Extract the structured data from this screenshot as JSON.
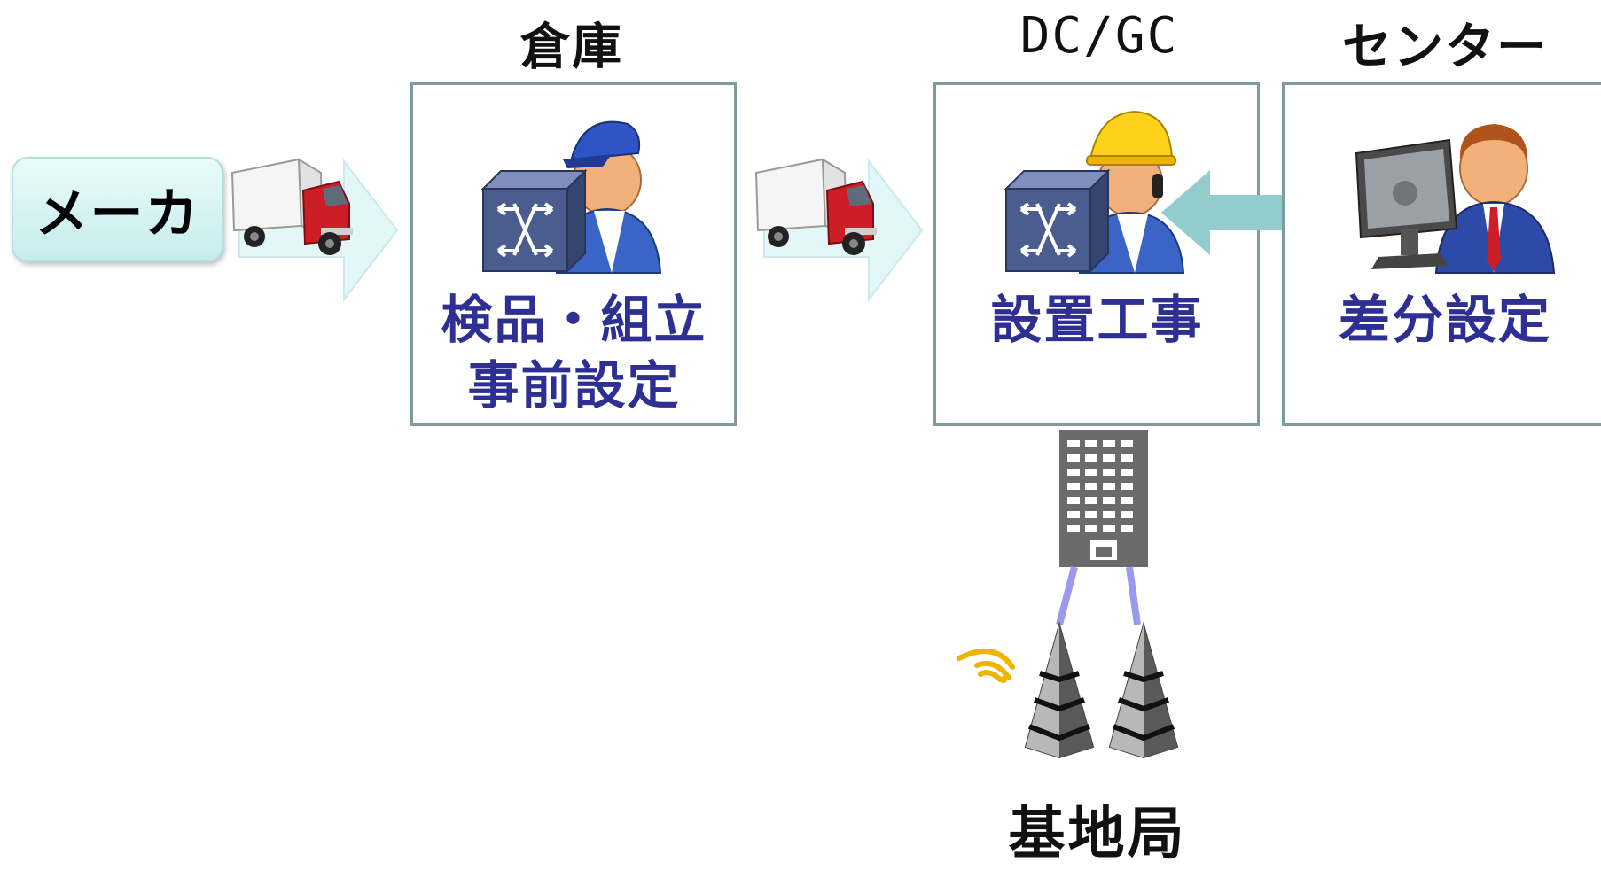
{
  "columns": {
    "warehouse": "倉庫",
    "dcgc": "DC/GC",
    "center": "センター"
  },
  "maker": {
    "label": "メーカ"
  },
  "stages": {
    "warehouse": {
      "line1": "検品・組立",
      "line2": "事前設定"
    },
    "dcgc": {
      "line1": "設置工事"
    },
    "center": {
      "line1": "差分設定"
    }
  },
  "site": {
    "label": "基地局"
  },
  "colors": {
    "box_border": "#7f9c9c",
    "stage_text": "#2e2f93",
    "arrow_fill": "#e3f6f8",
    "back_arrow": "#92cccc",
    "switch": "#4b5d8e",
    "truck_cab": "#cc1e24",
    "building": "#6b6b6b",
    "antenna_line": "#9999ee",
    "wave": "#f0b400"
  },
  "icons": [
    "truck-icon",
    "worker-icon",
    "network-switch-icon",
    "operator-monitor-icon",
    "building-icon",
    "antenna-tower-icon",
    "wireless-wave-icon"
  ]
}
